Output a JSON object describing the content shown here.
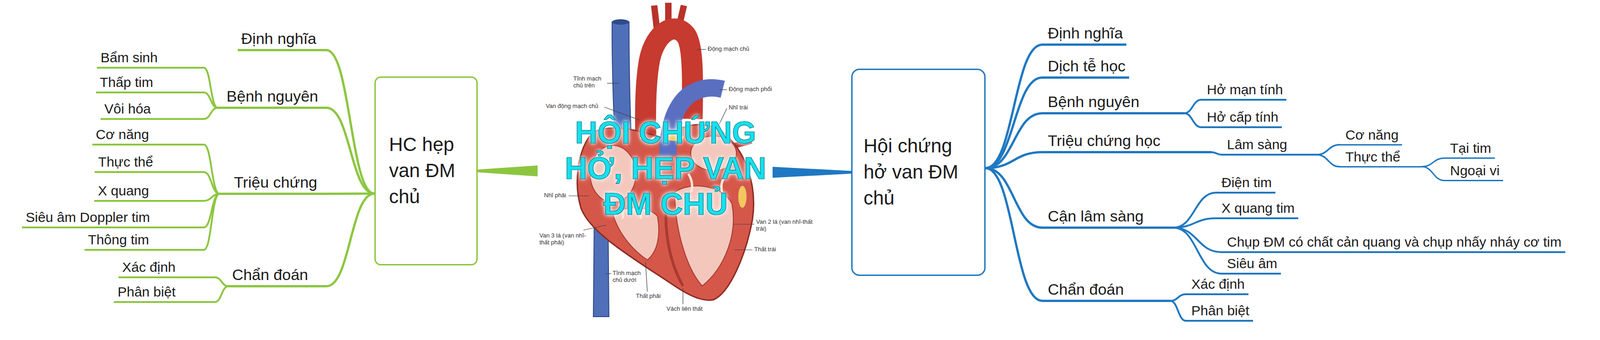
{
  "diagram": {
    "nodes": [
      {
        "text": [
          "HỘI CHỨNG HỞ, HẸP VAN ĐM CHỦ"
        ]
      },
      {
        "text": [
          "HC hẹp van ĐM chủ"
        ]
      },
      {
        "text": [
          "Định nghĩa"
        ]
      },
      {
        "text": [
          "Bệnh nguyên"
        ]
      },
      {
        "text": [
          "Bẩm sinh"
        ]
      },
      {
        "text": [
          "Thấp tim"
        ]
      },
      {
        "text": [
          "Vôi hóa"
        ]
      },
      {
        "text": [
          "Triệu chứng"
        ]
      },
      {
        "text": [
          "Cơ năng"
        ]
      },
      {
        "text": [
          "Thực thể"
        ]
      },
      {
        "text": [
          "X quang"
        ]
      },
      {
        "text": [
          "Siêu âm Doppler tim"
        ]
      },
      {
        "text": [
          "Thông tim"
        ]
      },
      {
        "text": [
          "Chẩn đoán"
        ]
      },
      {
        "text": [
          "Xác định"
        ]
      },
      {
        "text": [
          "Phân biệt"
        ]
      },
      {
        "text": [
          "Hội chứng hở van ĐM chủ"
        ]
      },
      {
        "text": [
          "Định nghĩa"
        ]
      },
      {
        "text": [
          "Dịch tễ học"
        ]
      },
      {
        "text": [
          "Bệnh nguyên"
        ]
      },
      {
        "text": [
          "Hở mạn tính"
        ]
      },
      {
        "text": [
          "Hở cấp tính"
        ]
      },
      {
        "text": [
          "Triệu chứng học"
        ]
      },
      {
        "text": [
          "Lâm sàng"
        ]
      },
      {
        "text": [
          "Cơ năng"
        ]
      },
      {
        "text": [
          "Thực thể"
        ]
      },
      {
        "text": [
          "Tại tim"
        ]
      },
      {
        "text": [
          "Ngoại vi"
        ]
      },
      {
        "text": [
          "Cận lâm sàng"
        ]
      },
      {
        "text": [
          "Điện tim"
        ]
      },
      {
        "text": [
          "X quang tim"
        ]
      },
      {
        "text": [
          "Chụp ĐM có chất cản quang và chụp nhấy nháy cơ tim"
        ]
      },
      {
        "text": [
          "Siêu âm"
        ]
      },
      {
        "text": [
          "Chẩn đoán"
        ]
      },
      {
        "text": [
          "Xác định"
        ]
      },
      {
        "text": [
          "Phân biệt"
        ]
      }
    ],
    "edges": [
      {
        "from": 0,
        "to": 1,
        "arrow": "none"
      },
      {
        "from": 1,
        "to": 2,
        "arrow": "none"
      },
      {
        "from": 1,
        "to": 3,
        "arrow": "none"
      },
      {
        "from": 3,
        "to": 4,
        "arrow": "none"
      },
      {
        "from": 3,
        "to": 5,
        "arrow": "none"
      },
      {
        "from": 3,
        "to": 6,
        "arrow": "none"
      },
      {
        "from": 1,
        "to": 7,
        "arrow": "none"
      },
      {
        "from": 7,
        "to": 8,
        "arrow": "none"
      },
      {
        "from": 7,
        "to": 9,
        "arrow": "none"
      },
      {
        "from": 7,
        "to": 10,
        "arrow": "none"
      },
      {
        "from": 7,
        "to": 11,
        "arrow": "none"
      },
      {
        "from": 7,
        "to": 12,
        "arrow": "none"
      },
      {
        "from": 1,
        "to": 13,
        "arrow": "none"
      },
      {
        "from": 13,
        "to": 14,
        "arrow": "none"
      },
      {
        "from": 13,
        "to": 15,
        "arrow": "none"
      },
      {
        "from": 0,
        "to": 16,
        "arrow": "none"
      },
      {
        "from": 16,
        "to": 17,
        "arrow": "none"
      },
      {
        "from": 16,
        "to": 18,
        "arrow": "none"
      },
      {
        "from": 16,
        "to": 19,
        "arrow": "none"
      },
      {
        "from": 19,
        "to": 20,
        "arrow": "none"
      },
      {
        "from": 19,
        "to": 21,
        "arrow": "none"
      },
      {
        "from": 16,
        "to": 22,
        "arrow": "none"
      },
      {
        "from": 22,
        "to": 23,
        "arrow": "none"
      },
      {
        "from": 23,
        "to": 24,
        "arrow": "none"
      },
      {
        "from": 23,
        "to": 25,
        "arrow": "none"
      },
      {
        "from": 25,
        "to": 26,
        "arrow": "none"
      },
      {
        "from": 25,
        "to": 27,
        "arrow": "none"
      },
      {
        "from": 16,
        "to": 28,
        "arrow": "none"
      },
      {
        "from": 28,
        "to": 29,
        "arrow": "none"
      },
      {
        "from": 28,
        "to": 30,
        "arrow": "none"
      },
      {
        "from": 28,
        "to": 31,
        "arrow": "none"
      },
      {
        "from": 28,
        "to": 32,
        "arrow": "none"
      },
      {
        "from": 16,
        "to": 33,
        "arrow": "none"
      },
      {
        "from": 33,
        "to": 34,
        "arrow": "none"
      },
      {
        "from": 33,
        "to": 35,
        "arrow": "none"
      }
    ],
    "labels": [
      "Động mạch chủ",
      "Tĩnh mạch chủ trên",
      "Động mạch phổi",
      "Van động mạch chủ",
      "Nhĩ trái",
      "Nhĩ phải",
      "Van 3 lá (van nhĩ-thất phải)",
      "Van 2 lá (van nhĩ-thất trái)",
      "Thất trái",
      "Tĩnh mạch chủ dưới",
      "Thất phải",
      "Vách liên thất"
    ]
  }
}
